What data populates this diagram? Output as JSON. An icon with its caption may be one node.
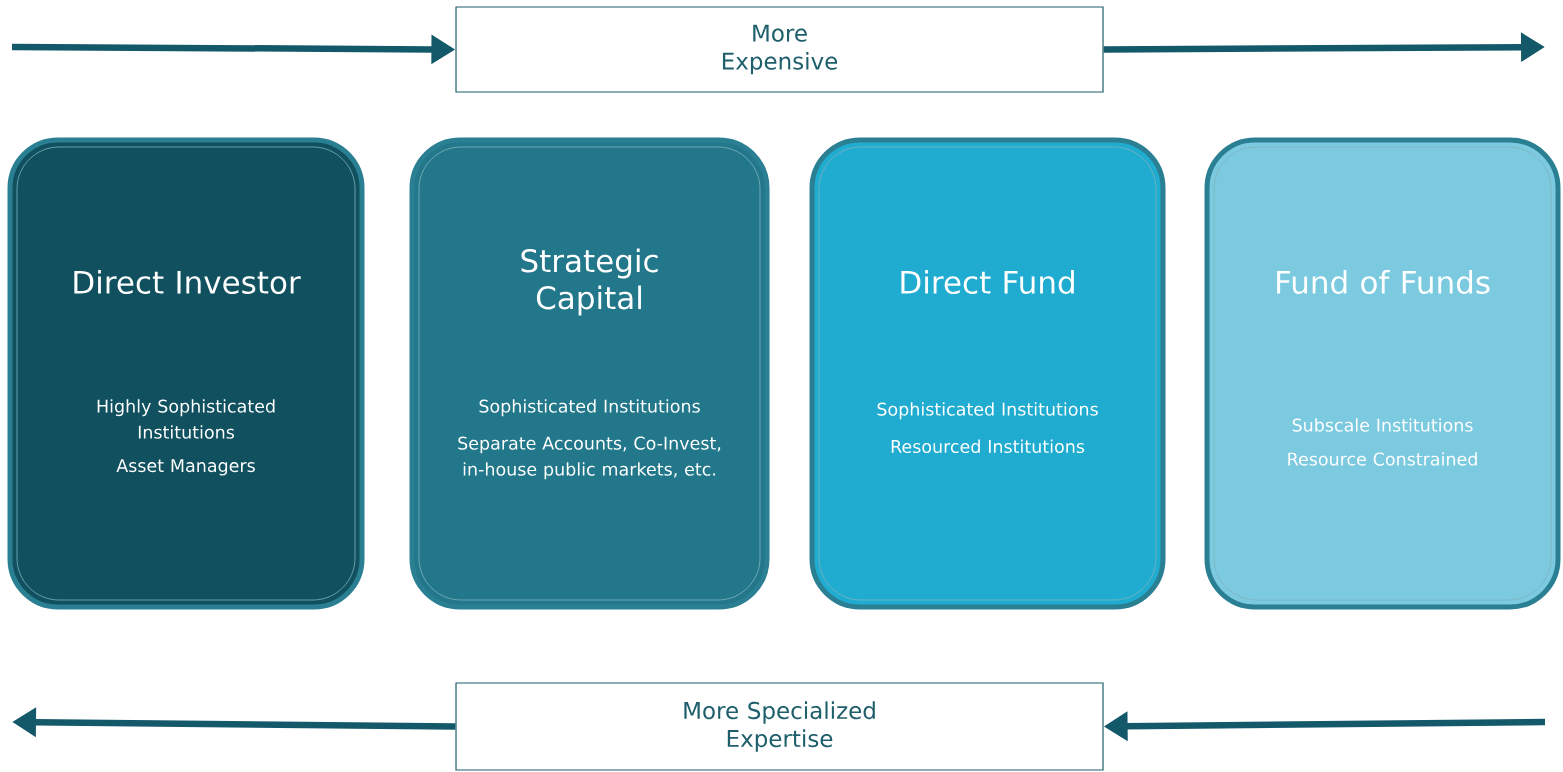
{
  "diagram": {
    "nodes": [
      {
        "text": [
          "More Expensive"
        ]
      },
      {
        "text": [
          "Direct Investor",
          "Highly Sophisticated Institutions",
          "Asset Managers"
        ]
      },
      {
        "text": [
          "Strategic Capital",
          "Sophisticated Institutions",
          "Separate Accounts, Co-Invest, in-house public markets, etc."
        ]
      },
      {
        "text": [
          "Direct Fund",
          "Sophisticated Institutions",
          "Resourced Institutions"
        ]
      },
      {
        "text": [
          "Fund of Funds",
          "Subscale Institutions",
          "Resource Constrained"
        ]
      },
      {
        "text": [
          "More Specialized Expertise"
        ]
      }
    ],
    "edges": [
      {
        "from": null,
        "to": 0,
        "arrow": "to"
      },
      {
        "from": 0,
        "to": null,
        "arrow": "to"
      },
      {
        "from": null,
        "to": 5,
        "arrow": "to"
      },
      {
        "from": 5,
        "to": null,
        "arrow": "to"
      }
    ]
  }
}
